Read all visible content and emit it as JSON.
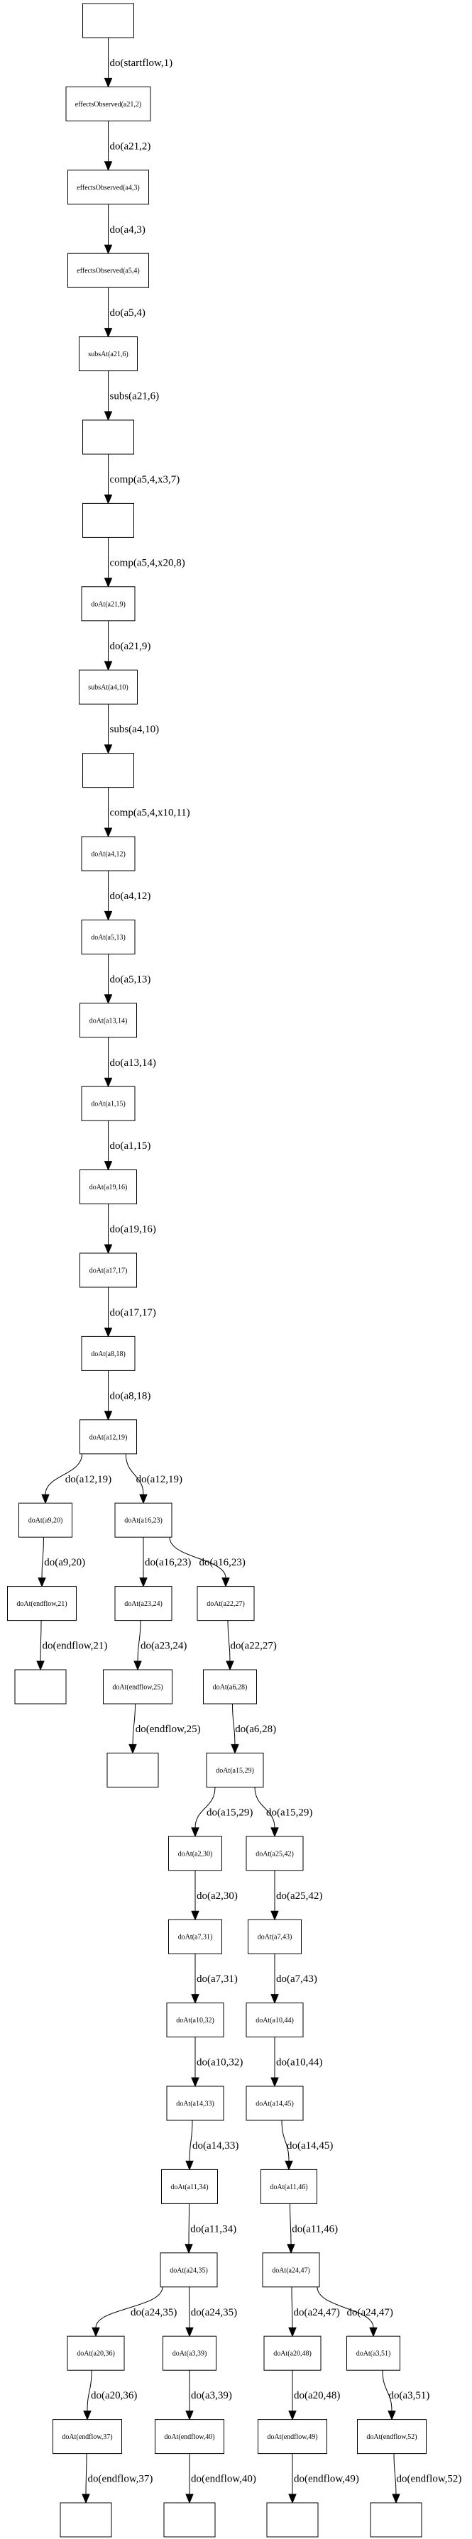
{
  "nodes": [
    {
      "id": "n0",
      "label": ""
    },
    {
      "id": "n1",
      "label": "effectsObserved(a21,2)"
    },
    {
      "id": "n2",
      "label": "effectsObserved(a4,3)"
    },
    {
      "id": "n3",
      "label": "effectsObserved(a5,4)"
    },
    {
      "id": "n4",
      "label": "subsAt(a21,6)"
    },
    {
      "id": "n5",
      "label": ""
    },
    {
      "id": "n6",
      "label": ""
    },
    {
      "id": "n7",
      "label": "doAt(a21,9)"
    },
    {
      "id": "n8",
      "label": "subsAt(a4,10)"
    },
    {
      "id": "n9",
      "label": ""
    },
    {
      "id": "n10",
      "label": "doAt(a4,12)"
    },
    {
      "id": "n11",
      "label": "doAt(a5,13)"
    },
    {
      "id": "n12",
      "label": "doAt(a13,14)"
    },
    {
      "id": "n13",
      "label": "doAt(a1,15)"
    },
    {
      "id": "n14",
      "label": "doAt(a19,16)"
    },
    {
      "id": "n15",
      "label": "doAt(a17,17)"
    },
    {
      "id": "n16",
      "label": "doAt(a8,18)"
    },
    {
      "id": "n17",
      "label": "doAt(a12,19)"
    },
    {
      "id": "n18",
      "label": "doAt(a9,20)"
    },
    {
      "id": "n19",
      "label": "doAt(a16,23)"
    },
    {
      "id": "n20",
      "label": "doAt(endflow,21)"
    },
    {
      "id": "n21",
      "label": ""
    },
    {
      "id": "n22",
      "label": "doAt(a23,24)"
    },
    {
      "id": "n23",
      "label": "doAt(a22,27)"
    },
    {
      "id": "n24",
      "label": "doAt(endflow,25)"
    },
    {
      "id": "n25",
      "label": ""
    },
    {
      "id": "n26",
      "label": "doAt(a6,28)"
    },
    {
      "id": "n27",
      "label": "doAt(a15,29)"
    },
    {
      "id": "n28",
      "label": "doAt(a2,30)"
    },
    {
      "id": "n29",
      "label": "doAt(a25,42)"
    },
    {
      "id": "n30",
      "label": "doAt(a7,31)"
    },
    {
      "id": "n31",
      "label": "doAt(a7,43)"
    },
    {
      "id": "n32",
      "label": "doAt(a10,32)"
    },
    {
      "id": "n33",
      "label": "doAt(a10,44)"
    },
    {
      "id": "n34",
      "label": "doAt(a14,33)"
    },
    {
      "id": "n35",
      "label": "doAt(a14,45)"
    },
    {
      "id": "n36",
      "label": "doAt(a11,34)"
    },
    {
      "id": "n37",
      "label": "doAt(a11,46)"
    },
    {
      "id": "n38",
      "label": "doAt(a24,35)"
    },
    {
      "id": "n39",
      "label": "doAt(a24,47)"
    },
    {
      "id": "n40",
      "label": "doAt(a20,36)"
    },
    {
      "id": "n41",
      "label": "doAt(a3,39)"
    },
    {
      "id": "n42",
      "label": "doAt(a20,48)"
    },
    {
      "id": "n43",
      "label": "doAt(a3,51)"
    },
    {
      "id": "n44",
      "label": "doAt(endflow,37)"
    },
    {
      "id": "n45",
      "label": "doAt(endflow,40)"
    },
    {
      "id": "n46",
      "label": "doAt(endflow,49)"
    },
    {
      "id": "n47",
      "label": "doAt(endflow,52)"
    },
    {
      "id": "n48",
      "label": ""
    },
    {
      "id": "n49",
      "label": ""
    },
    {
      "id": "n50",
      "label": ""
    },
    {
      "id": "n51",
      "label": ""
    }
  ],
  "edges": [
    {
      "from": "n0",
      "to": "n1",
      "label": "do(startflow,1)"
    },
    {
      "from": "n1",
      "to": "n2",
      "label": "do(a21,2)"
    },
    {
      "from": "n2",
      "to": "n3",
      "label": "do(a4,3)"
    },
    {
      "from": "n3",
      "to": "n4",
      "label": "do(a5,4)"
    },
    {
      "from": "n4",
      "to": "n5",
      "label": "subs(a21,6)"
    },
    {
      "from": "n5",
      "to": "n6",
      "label": "comp(a5,4,x3,7)"
    },
    {
      "from": "n6",
      "to": "n7",
      "label": "comp(a5,4,x20,8)"
    },
    {
      "from": "n7",
      "to": "n8",
      "label": "do(a21,9)"
    },
    {
      "from": "n8",
      "to": "n9",
      "label": "subs(a4,10)"
    },
    {
      "from": "n9",
      "to": "n10",
      "label": "comp(a5,4,x10,11)"
    },
    {
      "from": "n10",
      "to": "n11",
      "label": "do(a4,12)"
    },
    {
      "from": "n11",
      "to": "n12",
      "label": "do(a5,13)"
    },
    {
      "from": "n12",
      "to": "n13",
      "label": "do(a13,14)"
    },
    {
      "from": "n13",
      "to": "n14",
      "label": "do(a1,15)"
    },
    {
      "from": "n14",
      "to": "n15",
      "label": "do(a19,16)"
    },
    {
      "from": "n15",
      "to": "n16",
      "label": "do(a17,17)"
    },
    {
      "from": "n16",
      "to": "n17",
      "label": "do(a8,18)"
    },
    {
      "from": "n17",
      "to": "n18",
      "label": "do(a12,19)"
    },
    {
      "from": "n17",
      "to": "n19",
      "label": "do(a12,19)"
    },
    {
      "from": "n18",
      "to": "n20",
      "label": "do(a9,20)"
    },
    {
      "from": "n20",
      "to": "n21",
      "label": "do(endflow,21)"
    },
    {
      "from": "n19",
      "to": "n22",
      "label": "do(a16,23)"
    },
    {
      "from": "n19",
      "to": "n23",
      "label": "do(a16,23)"
    },
    {
      "from": "n22",
      "to": "n24",
      "label": "do(a23,24)"
    },
    {
      "from": "n24",
      "to": "n25",
      "label": "do(endflow,25)"
    },
    {
      "from": "n23",
      "to": "n26",
      "label": "do(a22,27)"
    },
    {
      "from": "n26",
      "to": "n27",
      "label": "do(a6,28)"
    },
    {
      "from": "n27",
      "to": "n28",
      "label": "do(a15,29)"
    },
    {
      "from": "n27",
      "to": "n29",
      "label": "do(a15,29)"
    },
    {
      "from": "n28",
      "to": "n30",
      "label": "do(a2,30)"
    },
    {
      "from": "n29",
      "to": "n31",
      "label": "do(a25,42)"
    },
    {
      "from": "n30",
      "to": "n32",
      "label": "do(a7,31)"
    },
    {
      "from": "n31",
      "to": "n33",
      "label": "do(a7,43)"
    },
    {
      "from": "n32",
      "to": "n34",
      "label": "do(a10,32)"
    },
    {
      "from": "n33",
      "to": "n35",
      "label": "do(a10,44)"
    },
    {
      "from": "n34",
      "to": "n36",
      "label": "do(a14,33)"
    },
    {
      "from": "n35",
      "to": "n37",
      "label": "do(a14,45)"
    },
    {
      "from": "n36",
      "to": "n38",
      "label": "do(a11,34)"
    },
    {
      "from": "n37",
      "to": "n39",
      "label": "do(a11,46)"
    },
    {
      "from": "n38",
      "to": "n40",
      "label": "do(a24,35)"
    },
    {
      "from": "n38",
      "to": "n41",
      "label": "do(a24,35)"
    },
    {
      "from": "n39",
      "to": "n42",
      "label": "do(a24,47)"
    },
    {
      "from": "n39",
      "to": "n43",
      "label": "do(a24,47)"
    },
    {
      "from": "n40",
      "to": "n44",
      "label": "do(a20,36)"
    },
    {
      "from": "n41",
      "to": "n45",
      "label": "do(a3,39)"
    },
    {
      "from": "n42",
      "to": "n46",
      "label": "do(a20,48)"
    },
    {
      "from": "n43",
      "to": "n47",
      "label": "do(a3,51)"
    },
    {
      "from": "n44",
      "to": "n48",
      "label": "do(endflow,37)"
    },
    {
      "from": "n45",
      "to": "n49",
      "label": "do(endflow,40)"
    },
    {
      "from": "n46",
      "to": "n50",
      "label": "do(endflow,49)"
    },
    {
      "from": "n47",
      "to": "n51",
      "label": "do(endflow,52)"
    }
  ]
}
